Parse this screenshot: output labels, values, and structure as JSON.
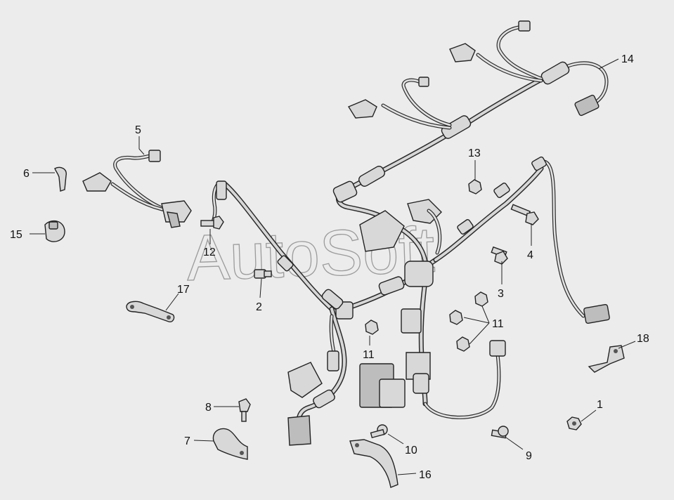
{
  "watermark": "AutoSoft",
  "callouts": [
    {
      "id": "c1",
      "text": "1"
    },
    {
      "id": "c2",
      "text": "2"
    },
    {
      "id": "c3",
      "text": "3"
    },
    {
      "id": "c4",
      "text": "4"
    },
    {
      "id": "c5",
      "text": "5"
    },
    {
      "id": "c6",
      "text": "6"
    },
    {
      "id": "c7",
      "text": "7"
    },
    {
      "id": "c8",
      "text": "8"
    },
    {
      "id": "c9",
      "text": "9"
    },
    {
      "id": "c10",
      "text": "10"
    },
    {
      "id": "c11a",
      "text": "11"
    },
    {
      "id": "c11b",
      "text": "11"
    },
    {
      "id": "c12",
      "text": "12"
    },
    {
      "id": "c13",
      "text": "13"
    },
    {
      "id": "c14",
      "text": "14"
    },
    {
      "id": "c15",
      "text": "15"
    },
    {
      "id": "c16",
      "text": "16"
    },
    {
      "id": "c17",
      "text": "17"
    },
    {
      "id": "c18",
      "text": "18"
    }
  ]
}
